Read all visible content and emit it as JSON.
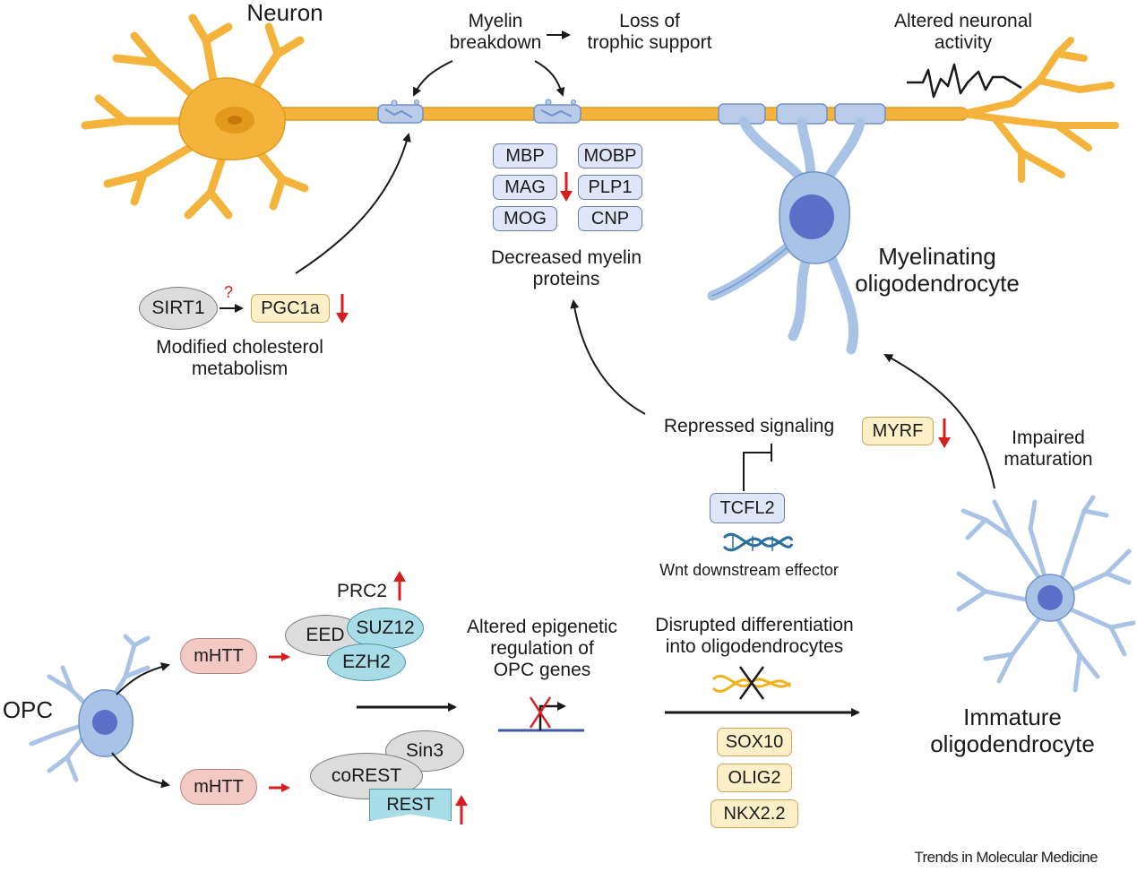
{
  "labels": {
    "neuron": "Neuron",
    "myelin_breakdown": "Myelin\nbreakdown",
    "loss_trophic": "Loss of\ntrophic support",
    "altered_activity": "Altered neuronal\nactivity",
    "decreased_myelin": "Decreased myelin\nproteins",
    "myelinating_oligo": "Myelinating\noligodendrocyte",
    "modified_cholesterol": "Modified cholesterol\nmetabolism",
    "repressed_signaling": "Repressed signaling",
    "impaired_maturation": "Impaired\nmaturation",
    "wnt_effector": "Wnt downstream effector",
    "prc2": "PRC2",
    "altered_epigenetic": "Altered epigenetic\nregulation of\nOPC genes",
    "disrupted_diff": "Disrupted differentiation\ninto oligodendrocytes",
    "opc": "OPC",
    "immature_oligo": "Immature\noligodendrocyte",
    "question": "?",
    "journal": "Trends in Molecular Medicine"
  },
  "proteins": {
    "left_column": [
      "MBP",
      "MAG",
      "MOG"
    ],
    "right_column": [
      "MOBP",
      "PLP1",
      "CNP"
    ]
  },
  "factors": {
    "sirt1": "SIRT1",
    "pgc1a": "PGC1a",
    "myrf": "MYRF",
    "tcfl2": "TCFL2",
    "mhtt_top": "mHTT",
    "mhtt_bottom": "mHTT",
    "eed": "EED",
    "suz12": "SUZ12",
    "ezh2": "EZH2",
    "sin3": "Sin3",
    "corest": "coREST",
    "rest": "REST",
    "tf_list": [
      "SOX10",
      "OLIG2",
      "NKX2.2"
    ]
  },
  "colors": {
    "neuron": "#f4b43c",
    "neuron_stroke": "#e39a1c",
    "oligo": "#a9c3e6",
    "oligo_stroke": "#6e93c7",
    "nucleus": "#5a6fc8",
    "down_arrow": "#d81e1e",
    "up_arrow": "#d81e1e",
    "black": "#1a1a1a",
    "dna_blue": "#2a6f9e",
    "dna_yellow": "#f0b21c"
  }
}
